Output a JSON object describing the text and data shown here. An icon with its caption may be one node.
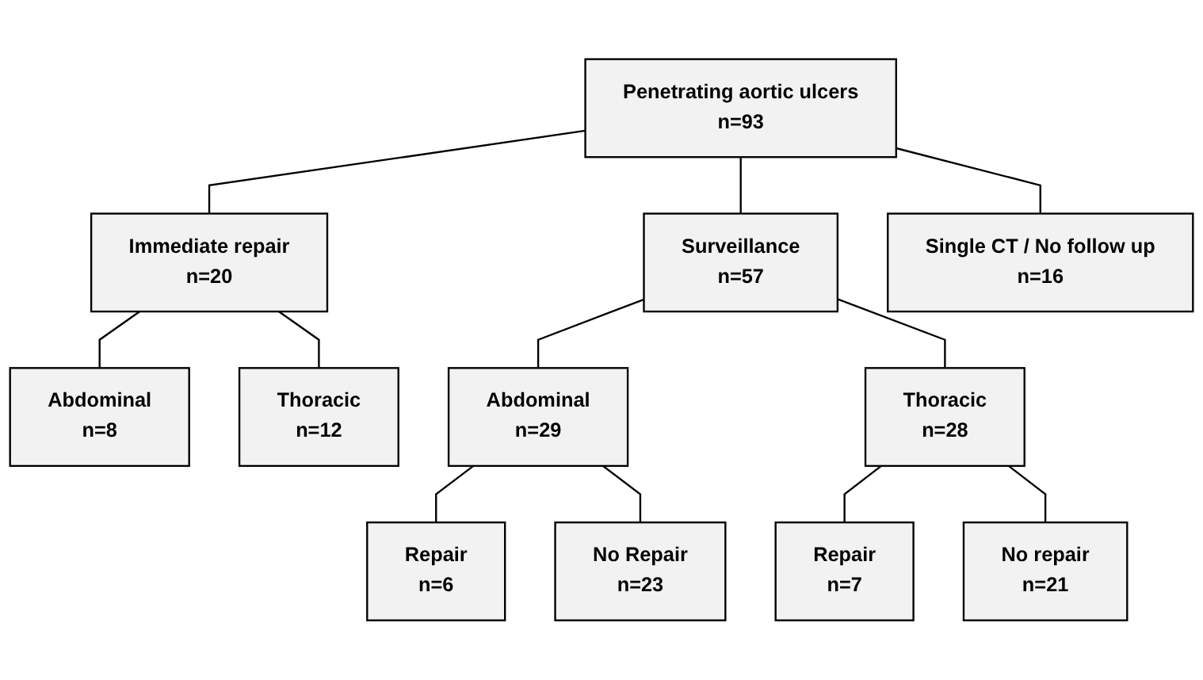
{
  "diagram": {
    "nodes": [
      {
        "text": [
          "Penetrating aortic ulcers",
          "n=93"
        ]
      },
      {
        "text": [
          "Immediate repair",
          "n=20"
        ]
      },
      {
        "text": [
          "Surveillance",
          "n=57"
        ]
      },
      {
        "text": [
          "Single CT / No follow up",
          "n=16"
        ]
      },
      {
        "text": [
          "Abdominal",
          "n=8"
        ]
      },
      {
        "text": [
          "Thoracic",
          "n=12"
        ]
      },
      {
        "text": [
          "Abdominal",
          "n=29"
        ]
      },
      {
        "text": [
          "Thoracic",
          "n=28"
        ]
      },
      {
        "text": [
          "Repair",
          "n=6"
        ]
      },
      {
        "text": [
          "No Repair",
          "n=23"
        ]
      },
      {
        "text": [
          "Repair",
          "n=7"
        ]
      },
      {
        "text": [
          "No repair",
          "n=21"
        ]
      }
    ],
    "edges": [
      {
        "from": 0,
        "to": 1,
        "arrow": "none"
      },
      {
        "from": 0,
        "to": 2,
        "arrow": "none"
      },
      {
        "from": 0,
        "to": 3,
        "arrow": "none"
      },
      {
        "from": 1,
        "to": 4,
        "arrow": "none"
      },
      {
        "from": 1,
        "to": 5,
        "arrow": "none"
      },
      {
        "from": 2,
        "to": 6,
        "arrow": "none"
      },
      {
        "from": 2,
        "to": 7,
        "arrow": "none"
      },
      {
        "from": 6,
        "to": 8,
        "arrow": "none"
      },
      {
        "from": 6,
        "to": 9,
        "arrow": "none"
      },
      {
        "from": 7,
        "to": 10,
        "arrow": "none"
      },
      {
        "from": 7,
        "to": 11,
        "arrow": "none"
      }
    ]
  }
}
